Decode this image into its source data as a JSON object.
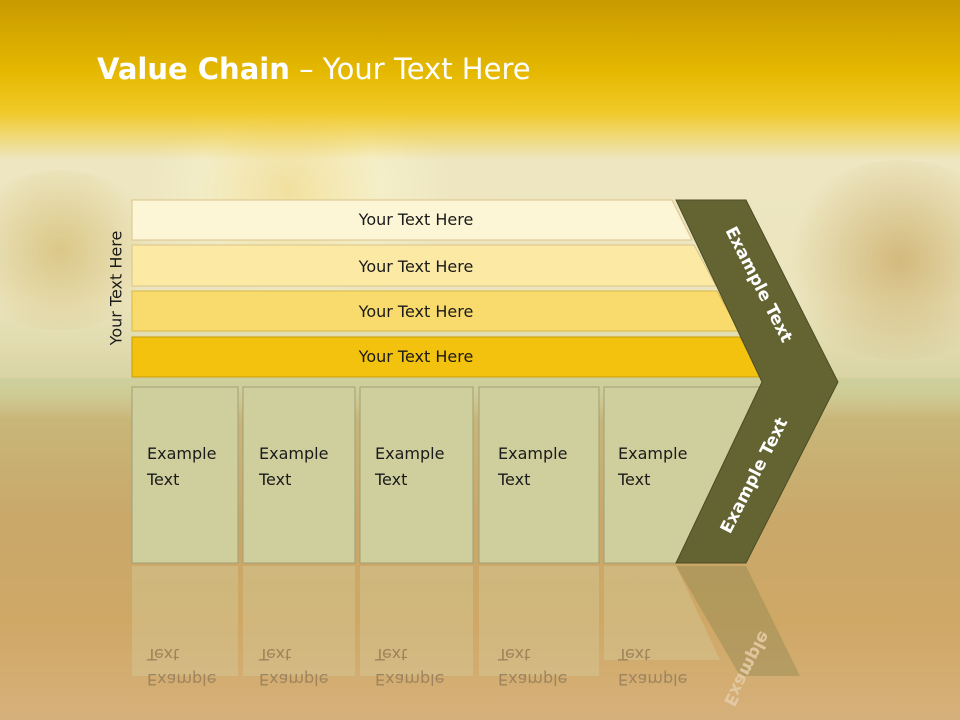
{
  "title": {
    "bold": "Value Chain",
    "rest": " – Your Text Here"
  },
  "side_label": "Your Text Here",
  "bars": [
    {
      "label": "Your Text Here",
      "fill": "#fdf6d6"
    },
    {
      "label": "Your Text Here",
      "fill": "#fbe9a4"
    },
    {
      "label": "Your Text Here",
      "fill": "#f8db6c"
    },
    {
      "label": "Your Text Here",
      "fill": "#f3c20e"
    }
  ],
  "boxes": [
    {
      "line1": "Example",
      "line2": "Text"
    },
    {
      "line1": "Example",
      "line2": "Text"
    },
    {
      "line1": "Example",
      "line2": "Text"
    },
    {
      "line1": "Example",
      "line2": "Text"
    },
    {
      "line1": "Example",
      "line2": "Text"
    }
  ],
  "chevron": {
    "upper_label": "Example Text",
    "lower_label": "Example Text",
    "reflection_label": "Example",
    "color": "#636432"
  },
  "colors": {
    "header": "#e5b800",
    "box_fill": "#cfcf9d",
    "box_border": "#9f9f78"
  }
}
